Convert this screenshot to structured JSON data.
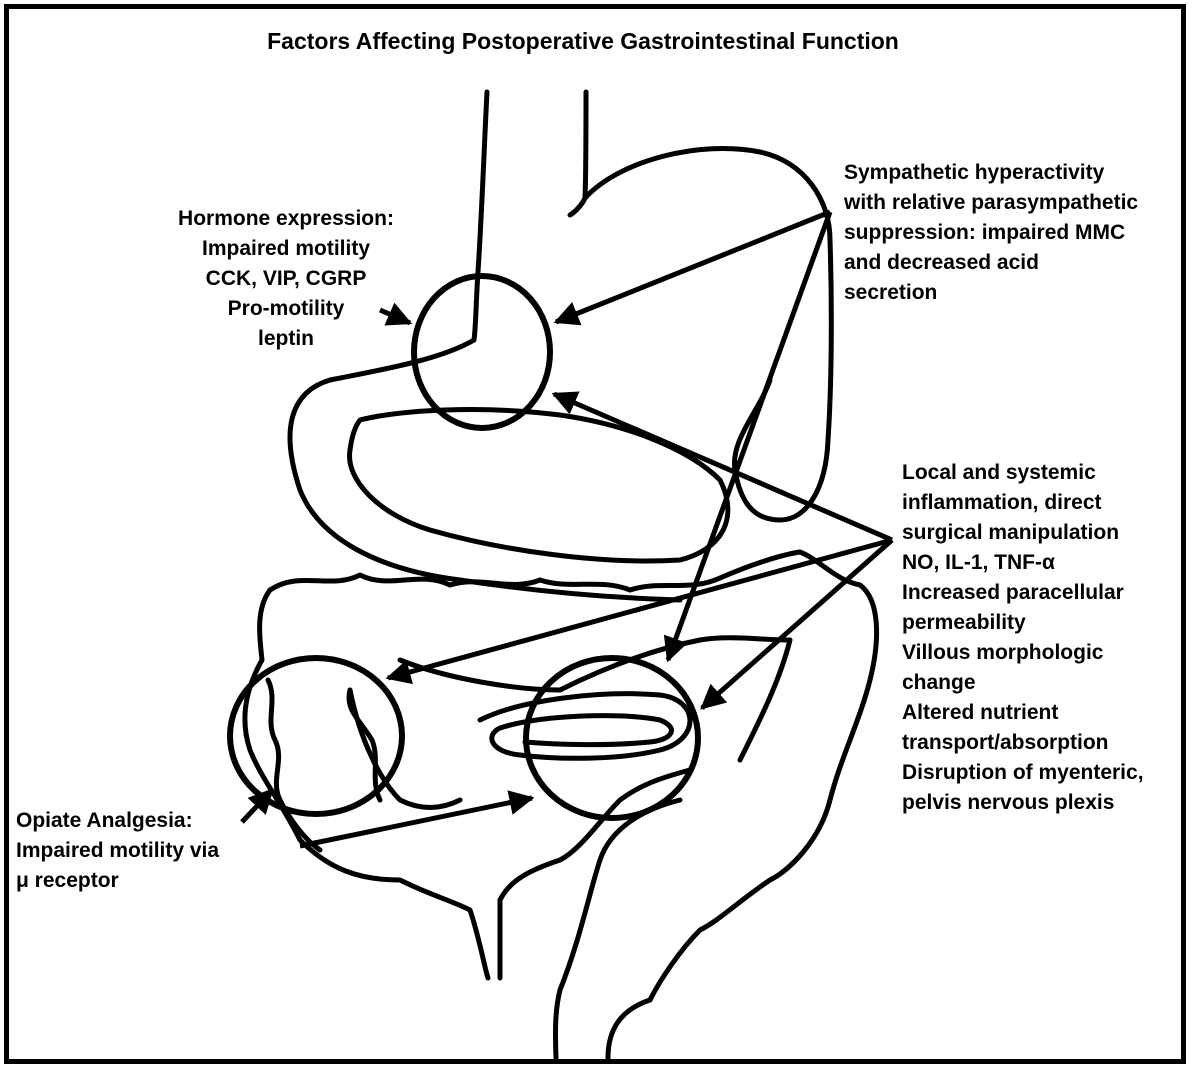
{
  "title": "Factors Affecting Postoperative Gastrointestinal Function",
  "labels": {
    "hormone": {
      "lines": [
        "Hormone expression:",
        "Impaired motility",
        "CCK, VIP, CGRP",
        "Pro-motility",
        "leptin"
      ]
    },
    "sympathetic": {
      "lines": [
        "Sympathetic hyperactivity",
        "with relative parasympathetic",
        "suppression: impaired MMC",
        "and decreased acid",
        "secretion"
      ]
    },
    "inflammation": {
      "lines": [
        "Local and systemic",
        "inflammation, direct",
        "surgical manipulation",
        "NO, IL-1, TNF-α",
        "Increased paracellular",
        "permeability",
        "Villous morphologic",
        "change",
        "Altered nutrient",
        "transport/absorption",
        "Disruption of myenteric,",
        "pelvis nervous plexis"
      ]
    },
    "opiate": {
      "lines": [
        "Opiate Analgesia:",
        "Impaired motility via",
        "μ receptor"
      ]
    }
  },
  "colors": {
    "ink": "#000000",
    "background": "#ffffff"
  }
}
